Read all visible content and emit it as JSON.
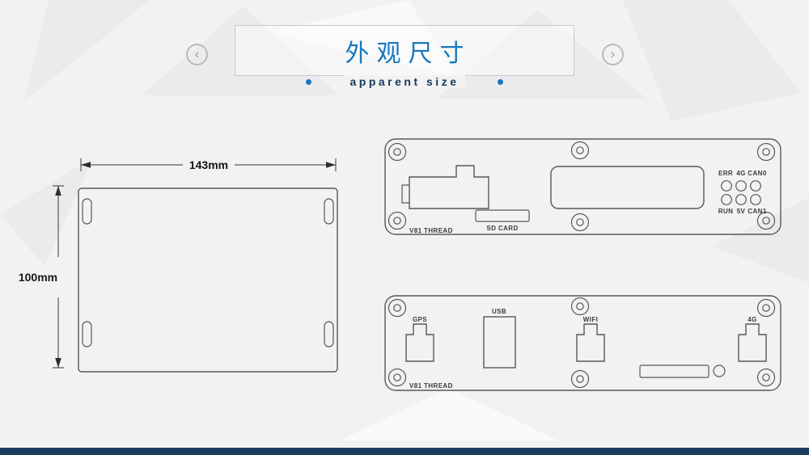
{
  "header": {
    "title": "外观尺寸",
    "subtitle": "apparent size",
    "prev_glyph": "‹",
    "next_glyph": "›"
  },
  "top_view": {
    "width_label": "143mm",
    "height_label": "100mm"
  },
  "front_panel": {
    "thread_label": "V81 THREAD",
    "sd_card_label": "SD CARD",
    "led_top": [
      "ERR",
      "4G",
      "CAN0"
    ],
    "led_bottom": [
      "RUN",
      "5V",
      "CAN1"
    ]
  },
  "back_panel": {
    "thread_label": "V81 THREAD",
    "gps_label": "GPS",
    "usb_label": "USB",
    "wifi_label": "WIFI",
    "cellular_label": "4G"
  },
  "colors": {
    "accent": "#1778be",
    "subtitle": "#17395e",
    "line": "#57585a",
    "label": "#3b3b3d",
    "background": "#f2f2f2",
    "footer": "#1c3e5e"
  }
}
